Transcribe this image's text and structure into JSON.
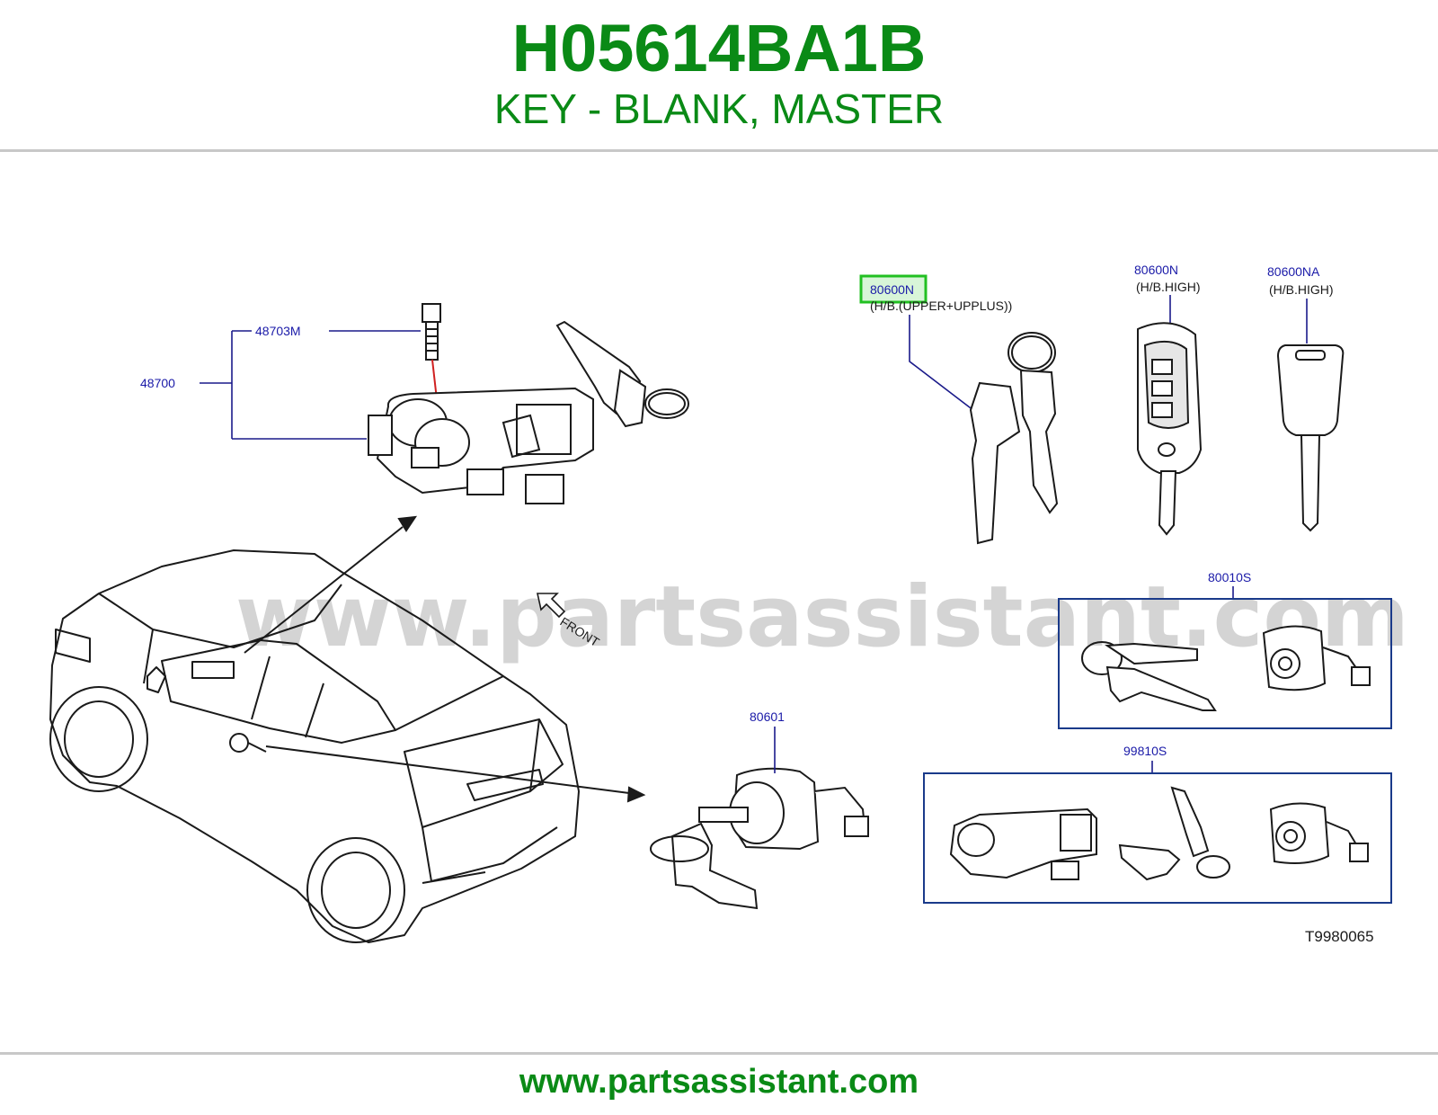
{
  "header": {
    "part_number": "H05614BA1B",
    "description": "KEY - BLANK, MASTER"
  },
  "diagram": {
    "callouts": {
      "assembly": "48700",
      "bolt": "48703M",
      "key_set": "80600N",
      "key_set_note": "(H/B.(UPPER+UPPLUS))",
      "remote_key": "80600N",
      "remote_key_note": "(H/B.HIGH)",
      "blank_key": "80600NA",
      "blank_key_note": "(H/B.HIGH)",
      "door_lock_kit": "80010S",
      "door_cylinder": "80601",
      "lock_set": "99810S"
    },
    "front_label": "FRONT",
    "drawing_number": "T9980065",
    "watermark": "www.partsassistant.com",
    "highlighted_callout": "80600N"
  },
  "footer": {
    "url": "www.partsassistant.com"
  },
  "colors": {
    "title_green": "#0a8a16",
    "callout_blue": "#1a1aa8",
    "highlight_green": "#22c022",
    "highlight_fill": "#d8f5d8",
    "line_art": "#1a1a1a",
    "watermark": "#d4d4d4",
    "rule_gray": "#c8c8c8"
  }
}
